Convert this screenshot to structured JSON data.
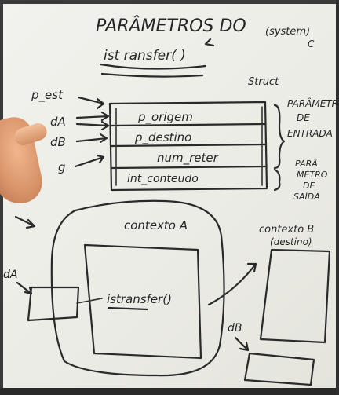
{
  "title": "PARÂMETROS DO",
  "system_note": "(system)",
  "system_c": "C",
  "function_name": "ist ransfer( )",
  "struct_label": "Struct",
  "input_args": [
    "p_est",
    "dA",
    "dB",
    "g"
  ],
  "struct_fields": [
    "p_origem",
    "p_destino",
    "num_reter",
    "int_conteudo"
  ],
  "entrada_lines": [
    "PARÂMETRO",
    "DE",
    "ENTRADA"
  ],
  "saida_lines": [
    "PARÂ",
    "METRO",
    "DE",
    "SAÍDA"
  ],
  "routine_a": "contexto A",
  "routine_b_lines": [
    "contexto B",
    "(destino)"
  ],
  "call_label": "istransfer()",
  "da_label": "dA",
  "db_label": "dB",
  "colors": {
    "ink": "#2a2a2a",
    "board": "#efefea"
  }
}
